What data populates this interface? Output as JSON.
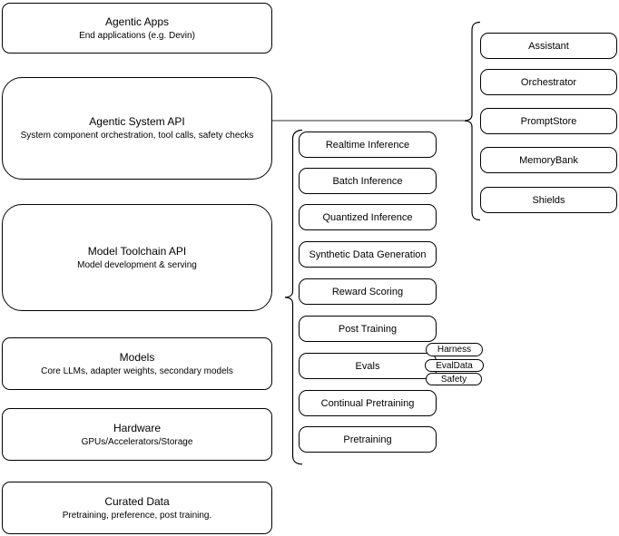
{
  "diagram": {
    "left_stack": [
      {
        "title": "Agentic Apps",
        "subtitle": "End applications (e.g. Devin)"
      },
      {
        "title": "Agentic System API",
        "subtitle": "System component orchestration, tool calls, safety checks"
      },
      {
        "title": "Model Toolchain API",
        "subtitle": "Model development & serving"
      },
      {
        "title": "Models",
        "subtitle": "Core LLMs, adapter weights, secondary models"
      },
      {
        "title": "Hardware",
        "subtitle": "GPUs/Accelerators/Storage"
      },
      {
        "title": "Curated Data",
        "subtitle": "Pretraining, preference, post training."
      }
    ],
    "toolchain_components": [
      "Realtime Inference",
      "Batch Inference",
      "Quantized Inference",
      "Synthetic Data Generation",
      "Reward Scoring",
      "Post Training",
      "Evals",
      "Continual Pretraining",
      "Pretraining"
    ],
    "evals_tags": [
      "Harness",
      "EvalData",
      "Safety"
    ],
    "system_components": [
      "Assistant",
      "Orchestrator",
      "PromptStore",
      "MemoryBank",
      "Shields"
    ],
    "colors": {
      "shape_border": "#000000",
      "shape_fill": "#ffffff",
      "connector_line": "#737373",
      "brace": "#000000"
    }
  }
}
